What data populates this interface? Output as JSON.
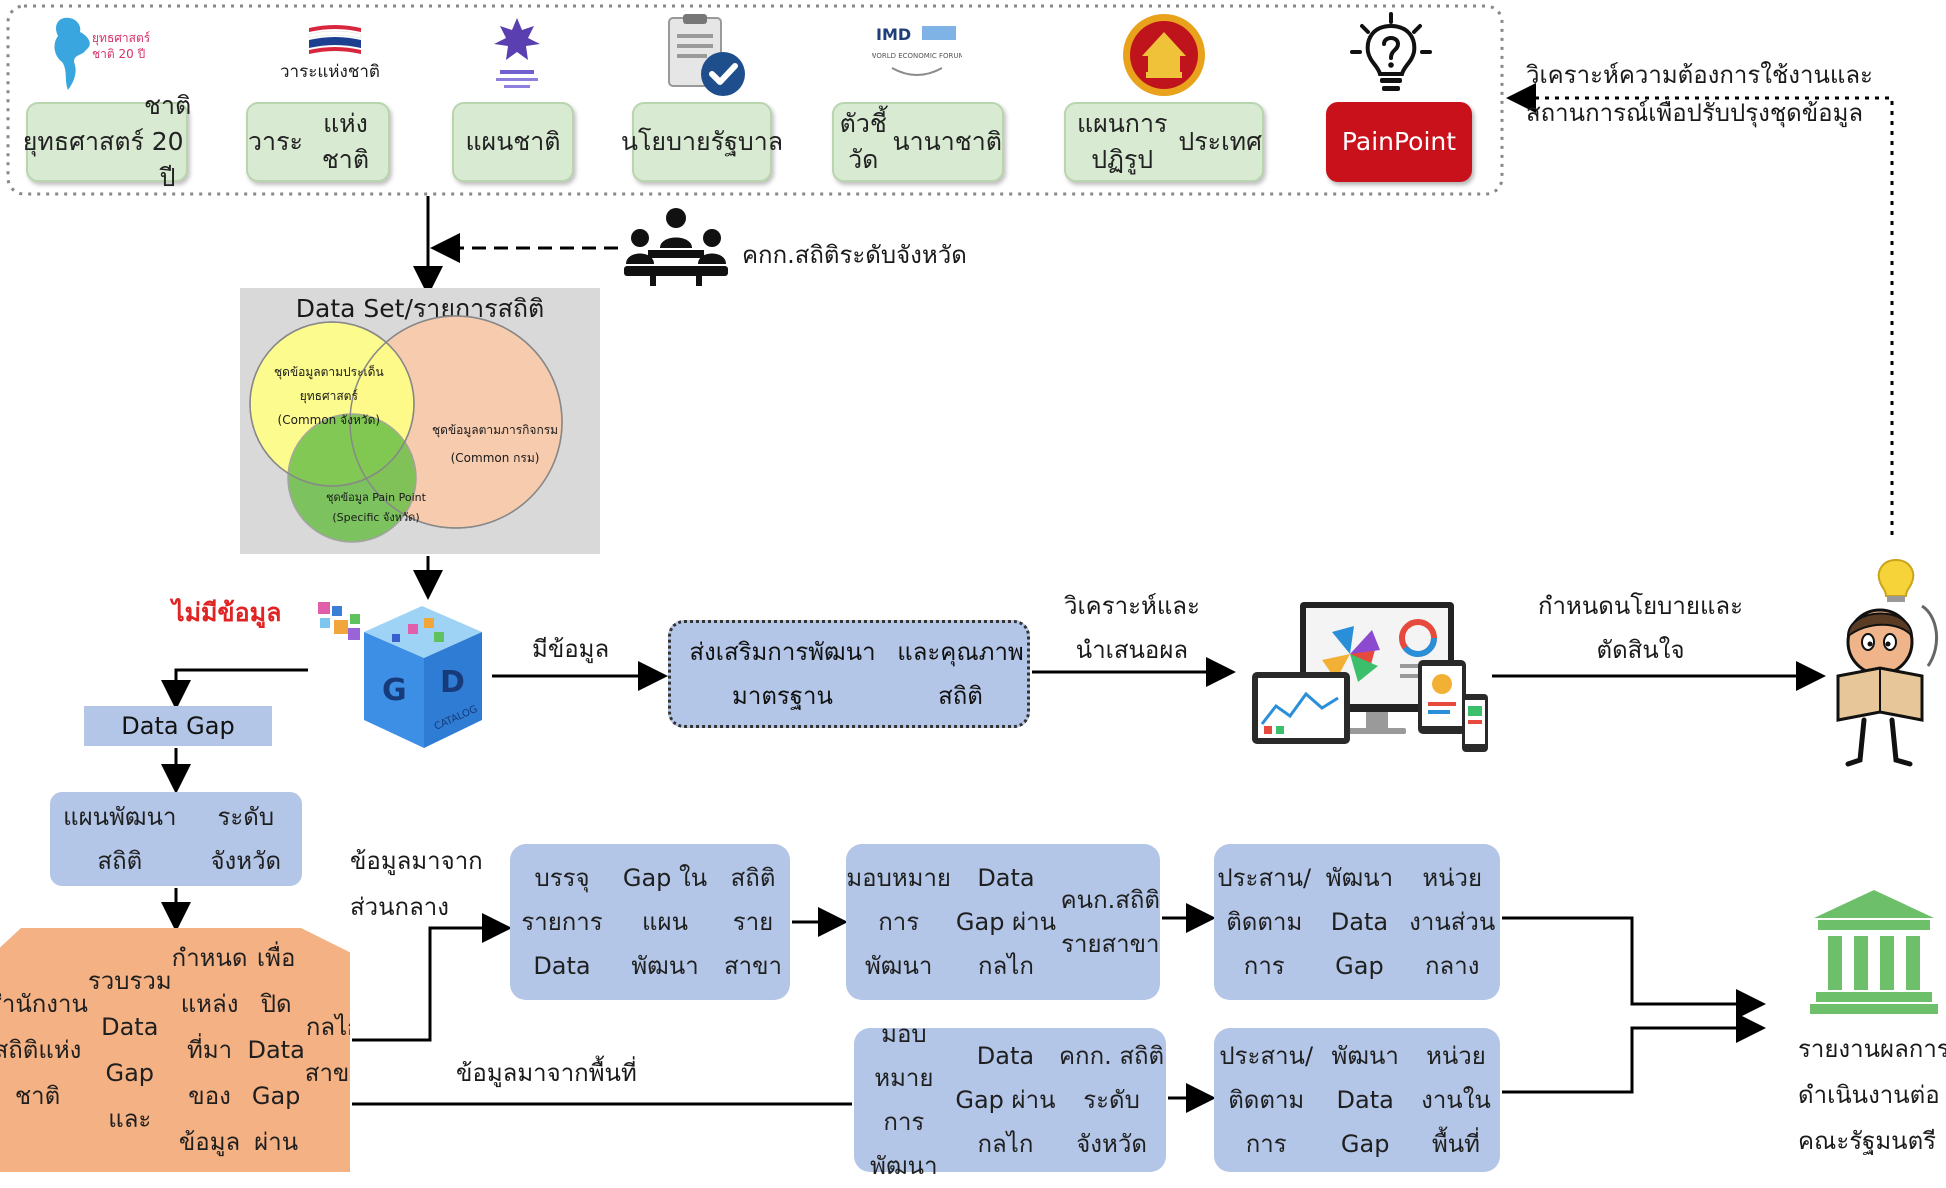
{
  "top_cards": [
    {
      "line1": "ยุทธศาสตร์",
      "line2": "ชาติ 20 ปี"
    },
    {
      "line1": "วาระ",
      "line2": "แห่งชาติ"
    },
    {
      "line1": "แผน",
      "line2": "ชาติ"
    },
    {
      "line1": "นโยบาย",
      "line2": "รัฐบาล"
    },
    {
      "line1": "ตัวชี้วัด",
      "line2": "นานาชาติ"
    },
    {
      "line1": "แผนการปฏิรูป",
      "line2": "ประเทศ"
    }
  ],
  "pain_point": {
    "line1": "Pain",
    "line2": "Point"
  },
  "logo_texts": {
    "strategy": "ยุทธศาสตร์ชาติ 20 ปี",
    "national_agenda": "วาระแห่งชาติ",
    "imd": "IMD",
    "wef": "WORLD ECONOMIC FORUM"
  },
  "feedback_label": {
    "line1": "วิเคราะห์ความต้องการใช้งานและ",
    "line2": "สถานการณ์เพื่อปรับปรุงชุดข้อมูล"
  },
  "committee_label": "คกก.สถิติระดับจังหวัด",
  "dataset": {
    "title": "Data Set/รายการสถิติ",
    "yellow": {
      "line1": "ชุดข้อมูลตามประเด็น",
      "line2": "ยุทธศาสตร์",
      "line3": "(Common จังหวัด)"
    },
    "orange": {
      "line1": "ชุดข้อมูลตามภารกิจกรม",
      "line2": "(Common กรม)"
    },
    "green": {
      "line1": "ชุดข้อมูล Pain Point",
      "line2": "(Specific จังหวัด)"
    }
  },
  "gd_catalog": {
    "g": "G",
    "d": "D",
    "catalog": "CATALOG"
  },
  "no_data_label": "ไม่มีข้อมูล",
  "has_data_label": "มีข้อมูล",
  "promote_box": {
    "line1": "ส่งเสริมการพัฒนามาตรฐาน",
    "line2": "และคุณภาพสถิติ"
  },
  "analyze_label": {
    "line1": "วิเคราะห์และ",
    "line2": "นำเสนอผล"
  },
  "policy_label": {
    "line1": "กำหนดนโยบายและ",
    "line2": "ตัดสินใจ"
  },
  "data_gap": "Data Gap",
  "stat_plan": {
    "line1": "แผนพัฒนาสถิติ",
    "line2": "ระดับจังหวัด"
  },
  "nso_box": {
    "line1": "สำนักงานสถิติแห่งชาติ",
    "line2": "รวบรวม Data Gap และ",
    "line3": "กำหนดแหล่งที่มาของข้อมูล",
    "line4": "เพื่อปิด Data Gap ผ่าน",
    "line5": "กลไกสาขา"
  },
  "central_label": {
    "line1": "ข้อมูลมาจาก",
    "line2": "ส่วนกลาง"
  },
  "local_label": "ข้อมูลมาจากพื้นที่",
  "row1_boxes": [
    {
      "line1": "บรรจุรายการ Data",
      "line2": "Gap ในแผนพัฒนา",
      "line3": "สถิติรายสาขา"
    },
    {
      "line1": "มอบหมายการพัฒนา",
      "line2": "Data Gap ผ่านกลไก",
      "line3": "คนก.สถิติรายสาขา"
    },
    {
      "line1": "ประสาน/ติดตามการ",
      "line2": "พัฒนา Data Gap",
      "line3": "หน่วยงานส่วนกลาง"
    }
  ],
  "row2_boxes": [
    {
      "line1": "มอบหมายการพัฒนา",
      "line2": "Data Gap ผ่านกลไก",
      "line3": "คกก. สถิติระดับจังหวัด"
    },
    {
      "line1": "ประสาน/ติดตามการ",
      "line2": "พัฒนา Data Gap",
      "line3": "หน่วยงานในพื้นที่"
    }
  ],
  "report_label": {
    "line1": "รายงานผลการ",
    "line2": "ดำเนินงานต่อ",
    "line3": "คณะรัฐมนตรี"
  },
  "icons": [
    "thailand-map-icon",
    "thai-flag-icon",
    "garuda-emblem-icon",
    "checklist-icon",
    "imd-wef-logo-icon",
    "reform-emblem-icon",
    "lightbulb-question-icon",
    "meeting-icon",
    "dashboard-devices-icon",
    "reading-person-icon",
    "government-building-icon"
  ]
}
